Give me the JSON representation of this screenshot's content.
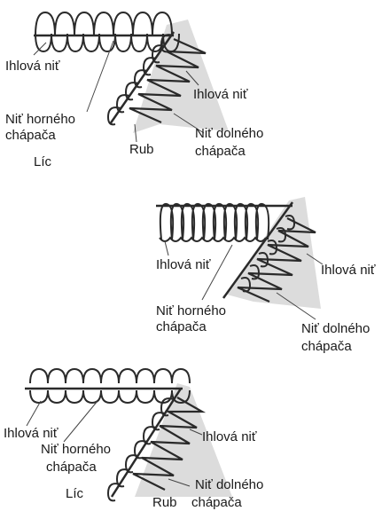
{
  "figures": [
    {
      "id": "top",
      "labels": {
        "needle_left": "Ihlová niť",
        "upper_looper_1": "Niť horného",
        "upper_looper_2": "chápača",
        "face": "Líc",
        "needle_right": "Ihlová niť",
        "lower_looper_1": "Niť dolného",
        "lower_looper_2": "chápača",
        "back": "Rub"
      }
    },
    {
      "id": "middle",
      "labels": {
        "needle_left": "Ihlová niť",
        "upper_looper_1": "Niť horného",
        "upper_looper_2": "chápača",
        "needle_right": "Ihlová niť",
        "lower_looper_1": "Niť dolného",
        "lower_looper_2": "chápača"
      }
    },
    {
      "id": "bottom",
      "labels": {
        "needle_left": "Ihlová niť",
        "upper_looper_1": "Niť horného",
        "upper_looper_2": "chápača",
        "face": "Líc",
        "needle_right": "Ihlová niť",
        "lower_looper_1": "Niť dolného",
        "lower_looper_2": "chápača",
        "back": "Rub"
      }
    }
  ],
  "colors": {
    "fabric": "#dcdcdc",
    "thread": "#2a2a2a",
    "leader": "#444444",
    "text": "#1a1a1a"
  }
}
